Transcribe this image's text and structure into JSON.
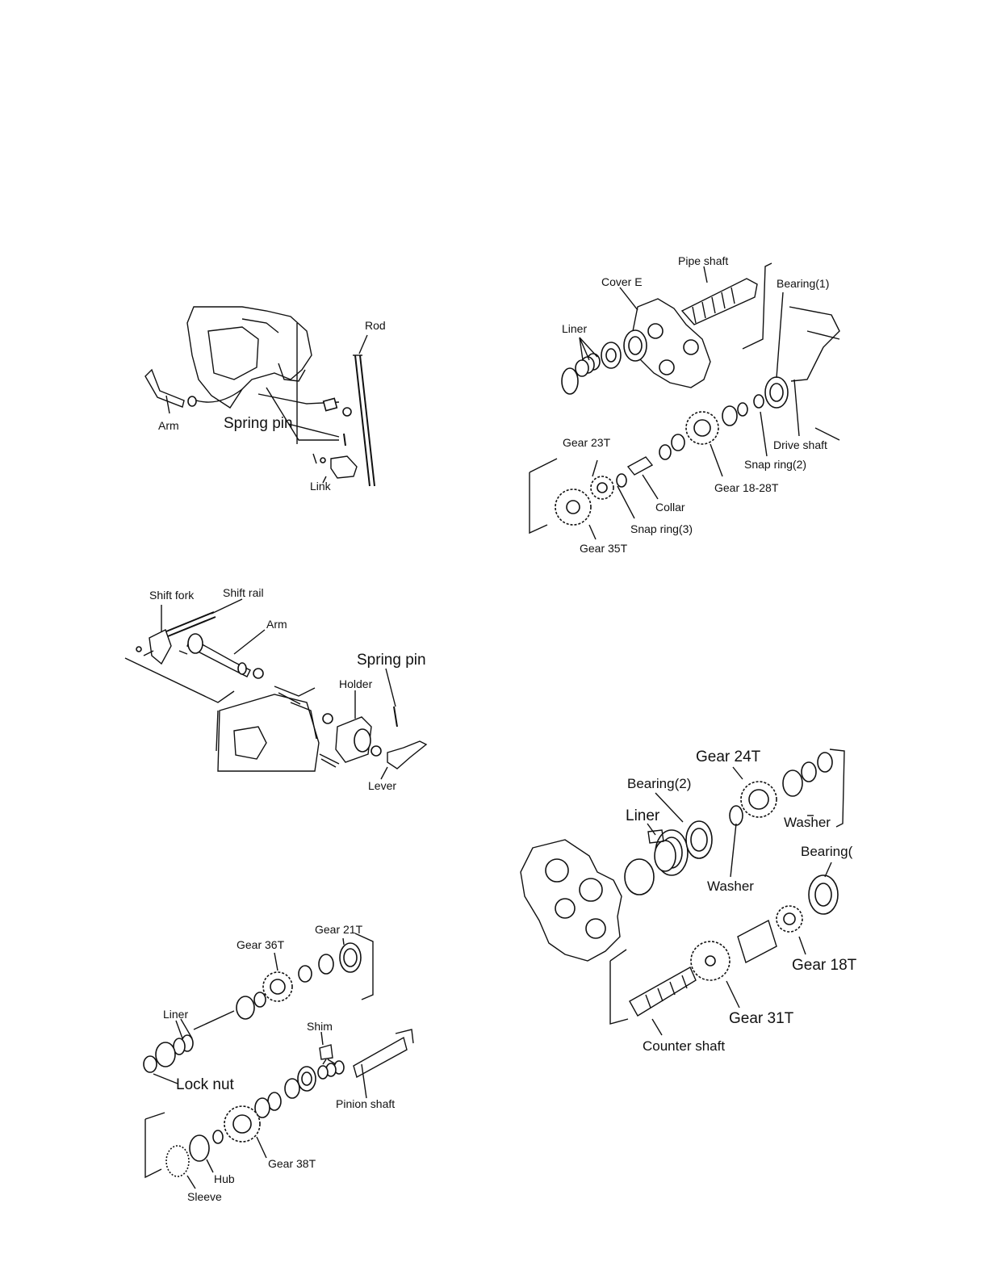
{
  "figures": {
    "rod_arm": {
      "labels": {
        "rod": "Rod",
        "arm": "Arm",
        "spring_pin": "Spring pin",
        "link": "Link"
      }
    },
    "shift_fork": {
      "labels": {
        "shift_fork": "Shift fork",
        "shift_rail": "Shift rail",
        "arm": "Arm",
        "spring_pin": "Spring pin",
        "holder": "Holder",
        "lever": "Lever"
      }
    },
    "pinion_shaft": {
      "labels": {
        "gear_21t": "Gear 21T",
        "gear_36t": "Gear 36T",
        "liner": "Liner",
        "shim": "Shim",
        "lock_nut": "Lock nut",
        "pinion_shaft": "Pinion shaft",
        "gear_38t": "Gear 38T",
        "hub": "Hub",
        "sleeve": "Sleeve"
      }
    },
    "pipe_shaft": {
      "labels": {
        "pipe_shaft": "Pipe shaft",
        "cover_e": "Cover E",
        "bearing_1": "Bearing(1)",
        "liner": "Liner",
        "drive_shaft": "Drive shaft",
        "gear_23t": "Gear 23T",
        "snap_ring_2": "Snap ring(2)",
        "gear_18_28t": "Gear 18-28T",
        "collar": "Collar",
        "snap_ring_3": "Snap ring(3)",
        "gear_35t": "Gear 35T"
      }
    },
    "counter_shaft": {
      "labels": {
        "gear_24t": "Gear 24T",
        "bearing_2": "Bearing(2)",
        "liner": "Liner",
        "washer_top": "Washer",
        "washer_mid": "Washer",
        "bearing_1_cut": "Bearing(",
        "gear_18t": "Gear 18T",
        "gear_31t": "Gear 31T",
        "counter_shaft": "Counter shaft"
      }
    }
  }
}
